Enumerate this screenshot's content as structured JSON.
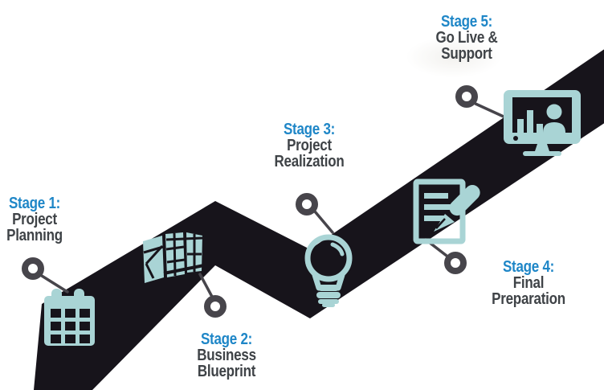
{
  "colors": {
    "accent_blue": "#1e86c7",
    "text_dark": "#3f4347",
    "road": "#17141b",
    "teal": "#a9d4d5",
    "marker": "#47454b",
    "background": "#ffffff"
  },
  "stages": [
    {
      "label": "Stage 1:",
      "lines": [
        "Project",
        "Planning"
      ],
      "icon": "calendar"
    },
    {
      "label": "Stage 2:",
      "lines": [
        "Business",
        "Blueprint"
      ],
      "icon": "folded-map"
    },
    {
      "label": "Stage 3:",
      "lines": [
        "Project",
        "Realization"
      ],
      "icon": "lightbulb"
    },
    {
      "label": "Stage 4:",
      "lines": [
        "Final",
        "Preparation"
      ],
      "icon": "document-and-pen"
    },
    {
      "label": "Stage 5:",
      "lines": [
        "Go Live &",
        "Support"
      ],
      "icon": "monitor-presentation"
    }
  ]
}
